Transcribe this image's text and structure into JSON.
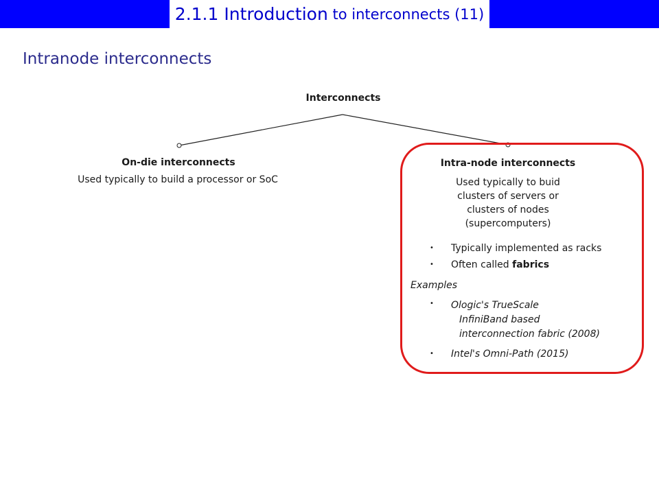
{
  "header": {
    "section_number": "2.1.1",
    "title_main": "Introduction",
    "title_rest": "to interconnects (11)"
  },
  "subtitle": "Intranode interconnects",
  "tree": {
    "root": "Interconnects",
    "left": {
      "heading": "On-die interconnects",
      "description": "Used typically to build a processor or SoC"
    },
    "right": {
      "heading": "Intra-node interconnects",
      "description_lines": [
        "Used typically to buid",
        "clusters of servers or",
        "clusters of nodes",
        "(supercomputers)"
      ],
      "bullets": [
        {
          "text": "Typically implemented as racks"
        },
        {
          "text": "Often called ",
          "bold": "fabrics"
        }
      ],
      "examples_label": "Examples",
      "examples": [
        {
          "lines": [
            "Ologic's TrueScale",
            "InfiniBand based",
            "interconnection fabric (2008)"
          ]
        },
        {
          "lines": [
            "Intel's Omni-Path (2015)"
          ]
        }
      ],
      "bullet_glyph": "•",
      "highlight_color": "#e01b1b"
    }
  },
  "colors": {
    "title_bar": "#0000ff",
    "title_text": "#0000cc",
    "subtitle_text": "#2b2b8c"
  }
}
